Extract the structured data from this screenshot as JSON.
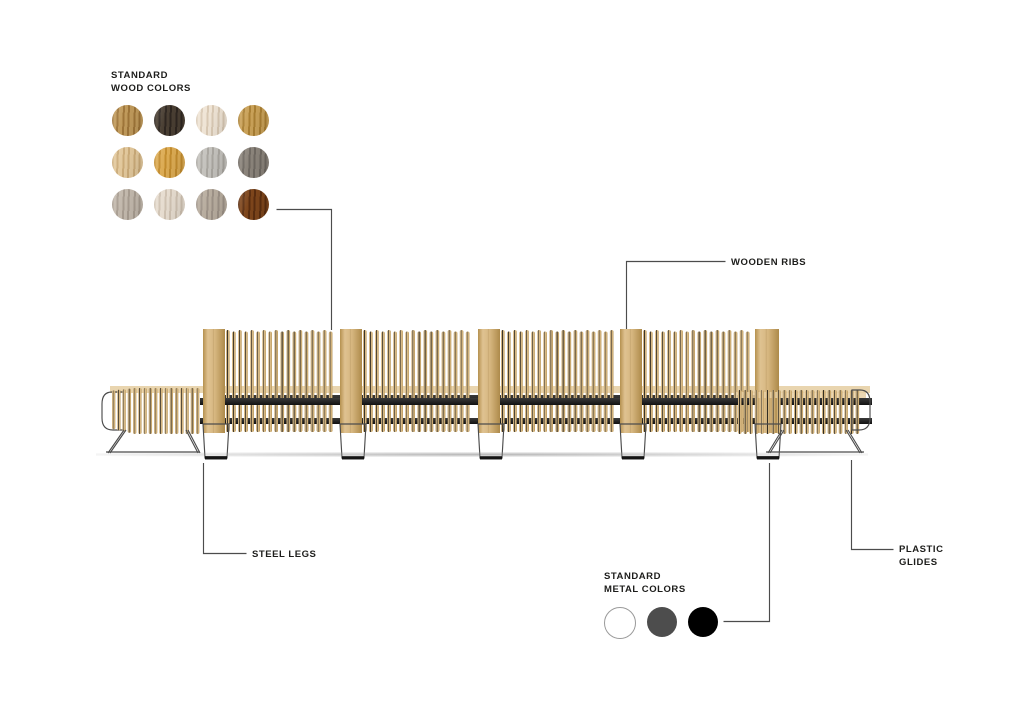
{
  "wood_colors": {
    "heading": "STANDARD\nWOOD COLORS",
    "swatches": [
      {
        "name": "medium-oak",
        "hex": "#9e7539",
        "hex2": "#c09a5b"
      },
      {
        "name": "dark-wenge",
        "hex": "#2e2620",
        "hex2": "#4a3f33"
      },
      {
        "name": "pale-cream-ash",
        "hex": "#d9c9b4",
        "hex2": "#efe4d5"
      },
      {
        "name": "golden-oak",
        "hex": "#a97f33",
        "hex2": "#c9a158"
      },
      {
        "name": "light-natural-oak",
        "hex": "#cbab79",
        "hex2": "#e2c89c"
      },
      {
        "name": "honey-oak",
        "hex": "#c28c2e",
        "hex2": "#dcab53"
      },
      {
        "name": "light-grey-oak",
        "hex": "#a9a6a0",
        "hex2": "#c4c2bd"
      },
      {
        "name": "dark-grey-brown",
        "hex": "#6e6861",
        "hex2": "#8a837a"
      },
      {
        "name": "greige-oak",
        "hex": "#a79c90",
        "hex2": "#c2b8ac"
      },
      {
        "name": "whitewash-oak",
        "hex": "#cfc2b2",
        "hex2": "#e6dccf"
      },
      {
        "name": "taupe-grey-oak",
        "hex": "#9d9287",
        "hex2": "#b8ad9f"
      },
      {
        "name": "dark-walnut",
        "hex": "#5a2d0f",
        "hex2": "#7d451b"
      }
    ]
  },
  "metal_colors": {
    "heading": "STANDARD\nMETAL COLORS",
    "swatches": [
      {
        "name": "white",
        "hex": "#ffffff",
        "stroke": "#9a9a9a"
      },
      {
        "name": "dark-grey",
        "hex": "#4d4d4d",
        "stroke": "none"
      },
      {
        "name": "black",
        "hex": "#000000",
        "stroke": "none"
      }
    ]
  },
  "callouts": {
    "wooden_ribs": "WOODEN RIBS",
    "steel_legs": "STEEL LEGS",
    "plastic_glides": "PLASTIC\nGLIDES"
  },
  "colors": {
    "leader_line": "#4c4c4c",
    "text": "#1d1d1b",
    "wood_light": "#e2c79b",
    "wood_mid": "#c9a costo",
    "leg_black": "#161616"
  },
  "product": {
    "type": "modular slatted bench with backrest",
    "sections": 5,
    "steel_leg_count": 5,
    "wire_leg_ends": 2
  }
}
